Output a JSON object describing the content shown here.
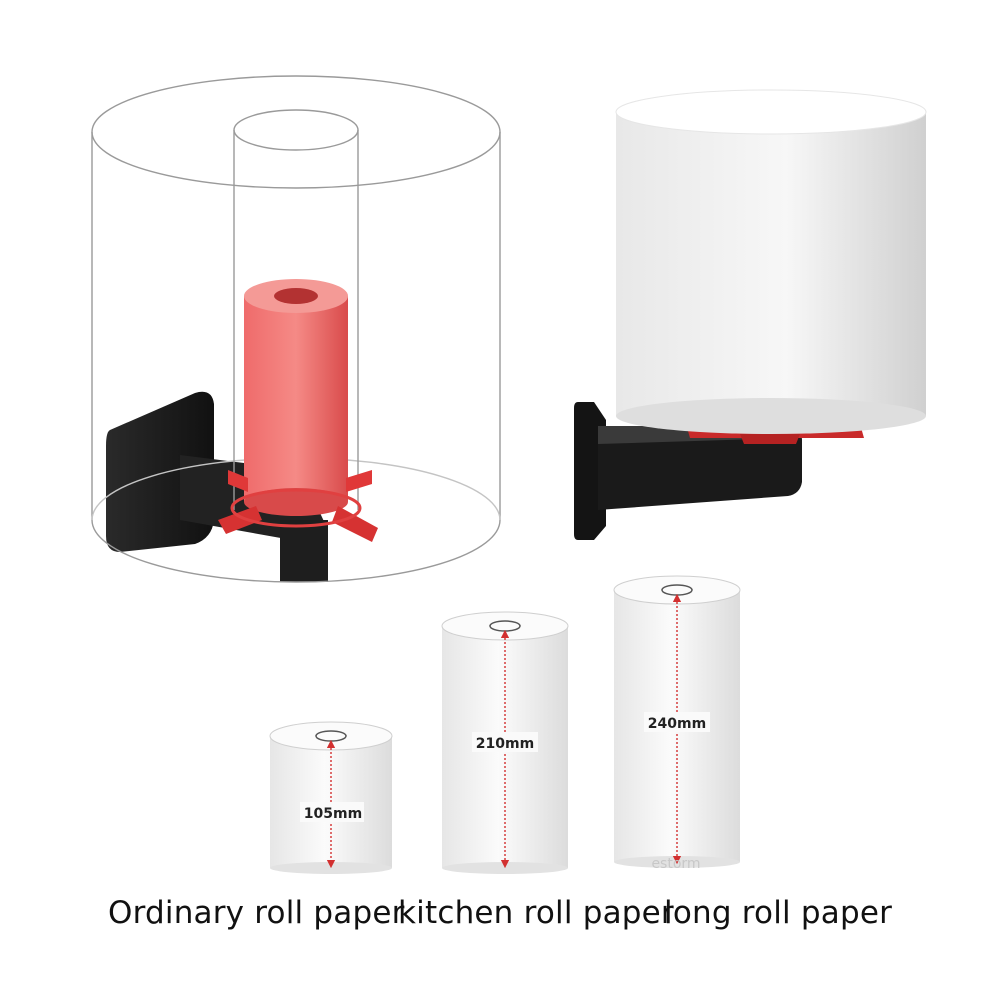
{
  "rolls": [
    {
      "id": "ordinary",
      "height_label": "105mm",
      "caption": "Ordinary roll paper"
    },
    {
      "id": "kitchen",
      "height_label": "210mm",
      "caption": "kitchen roll paper"
    },
    {
      "id": "long",
      "height_label": "240mm",
      "caption": "long roll paper"
    }
  ],
  "watermark": "estorm",
  "colors": {
    "spindle_red": "#e23a3a",
    "bracket_black": "#1c1c1c",
    "roll_white": "#f4f4f4",
    "arrow_red": "#d23030"
  }
}
